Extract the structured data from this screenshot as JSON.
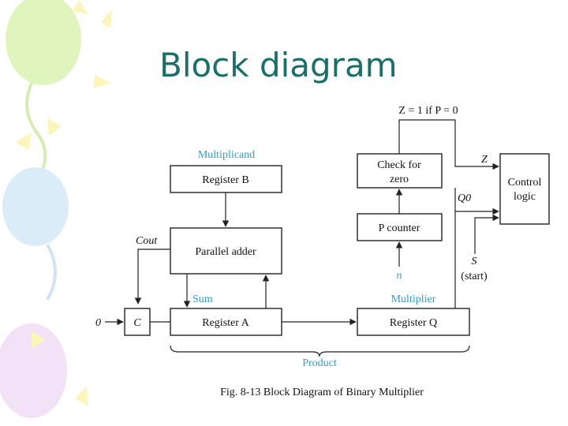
{
  "slide": {
    "title": "Block diagram"
  },
  "diagram": {
    "top_label": "Z = 1 if P = 0",
    "multiplicand_label": "Multiplicand",
    "register_b": "Register B",
    "parallel_adder": "Parallel adder",
    "cout_label": "Cout",
    "sum_label": "Sum",
    "c_label": "C",
    "zero_input": "0",
    "register_a": "Register A",
    "register_q": "Register Q",
    "multiplier_label": "Multiplier",
    "check_zero_line1": "Check for",
    "check_zero_line2": "zero",
    "p_counter": "P counter",
    "n_label": "n",
    "z_label": "Z",
    "q0_label": "Q0",
    "control_line1": "Control",
    "control_line2": "logic",
    "s_label": "S",
    "start_label": "(start)",
    "product_label": "Product",
    "caption": "Fig. 8-13  Block Diagram of Binary Multiplier"
  },
  "colors": {
    "title": "#1b6f6a",
    "label_blue": "#2e9fd6"
  }
}
